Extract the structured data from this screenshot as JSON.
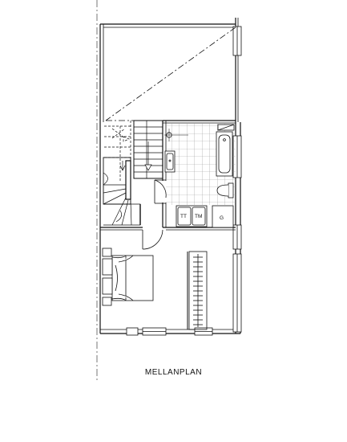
{
  "plan": {
    "title": "MELLANPLAN",
    "labels": {
      "washer_1": "TT",
      "washer_2": "TM",
      "cabinet": "G"
    },
    "colors": {
      "line": "#111111",
      "tile_grid": "#9a9a9a",
      "background": "#ffffff"
    }
  }
}
